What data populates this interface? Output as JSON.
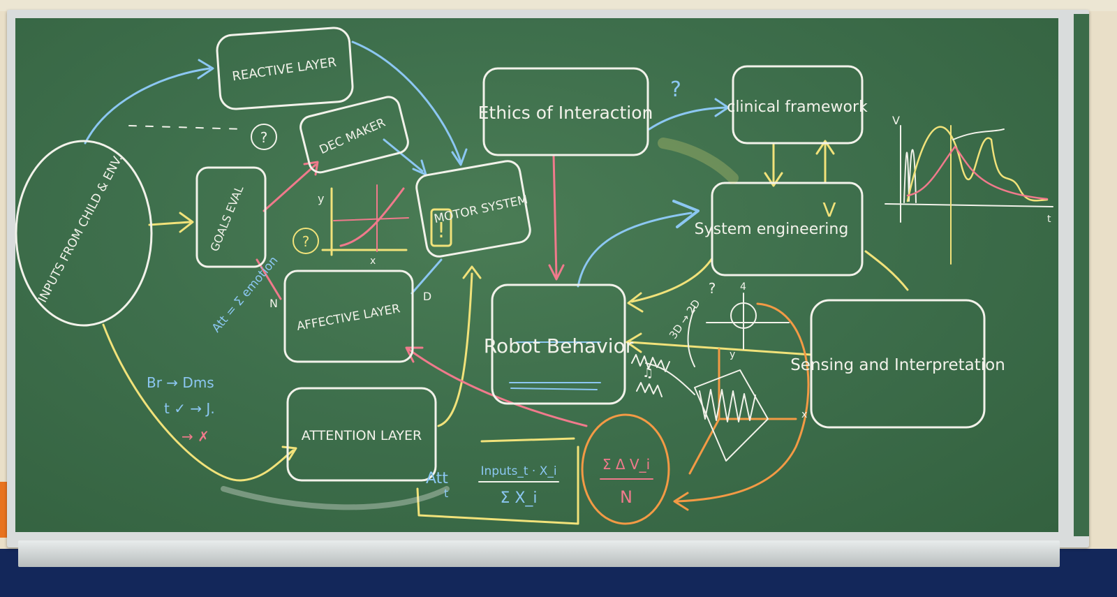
{
  "colors": {
    "board": "#3e6f4c",
    "chalk_white": "#f2f2ea",
    "chalk_blue": "#8cc7f2",
    "chalk_yellow": "#f1e27a",
    "chalk_pink": "#f07a8c",
    "chalk_orange": "#f39a45"
  },
  "nodes": {
    "inputs": "INPUTS FROM CHILD & ENV.",
    "reactive": "REACTIVE LAYER",
    "decision": "DEC MAKER",
    "goals": "GOALS EVAL",
    "motor": "MOTOR SYSTEM",
    "motor_mark": "!",
    "ethics": "Ethics of Interaction",
    "clinical": "clinical framework",
    "system": "System engineering",
    "system_formula": "V",
    "affective": "AFFECTIVE LAYER",
    "robot": "Robot Behavior",
    "sensing": "Sensing and Interpretation",
    "attention": "ATTENTION LAYER"
  },
  "annotations": {
    "q1": "?",
    "q2": "?",
    "q3": "?",
    "q4": "?",
    "affective_formula": "Att = Σ emotion",
    "br_line": "Br → Dms",
    "t_line": "t ✓ → J.",
    "cross_line": "→ ✗",
    "attention_formula_left": "Att",
    "attention_formula_sub": "t",
    "attention_formula_num": "Inputs_t · X_i",
    "attention_formula_den": "Σ X_i",
    "circle_formula_num": "Σ Δ V_i",
    "circle_formula_den": "N",
    "dims": "3D → 2D",
    "graph_label_y": "V",
    "graph_label_x": "t",
    "plot_label_y": "y",
    "plot_label_x": "x",
    "axis_y_small": "y",
    "axis_x_small": "x",
    "axis_y_tick": "4",
    "small_mark": "♫",
    "n_label": "N",
    "d_label": "D"
  }
}
